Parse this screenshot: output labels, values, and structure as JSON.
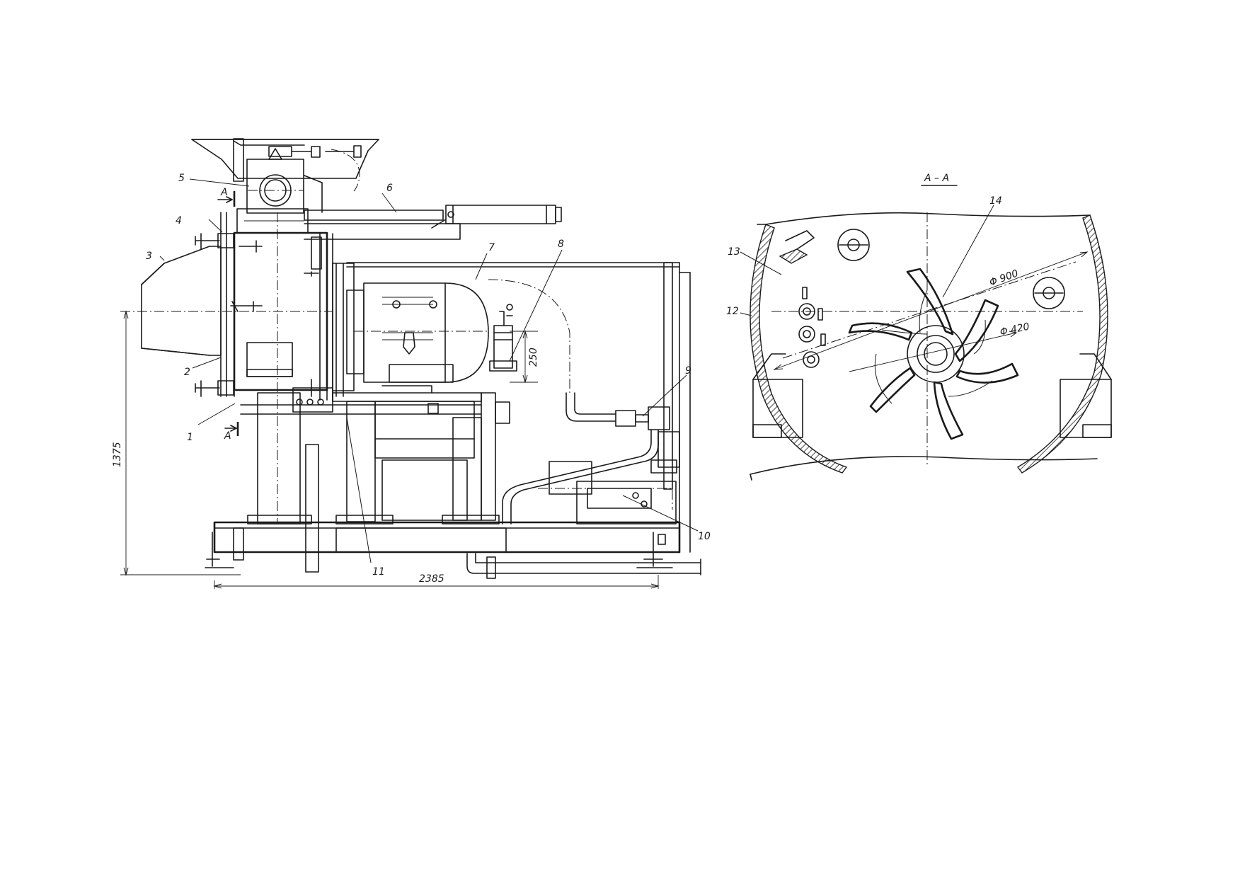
{
  "section_title": "A – A",
  "section_marks": [
    "A",
    "A"
  ],
  "part_labels": [
    "1",
    "2",
    "3",
    "4",
    "5",
    "6",
    "7",
    "8",
    "9",
    "10",
    "11",
    "12",
    "13",
    "14"
  ],
  "dimensions": {
    "height": "1375",
    "length": "2385",
    "gap": "250",
    "outer_diameter": "Φ 900",
    "inner_diameter": "Φ 420"
  },
  "colors": {
    "ink": "#1a1a1a",
    "paper": "#ffffff"
  }
}
